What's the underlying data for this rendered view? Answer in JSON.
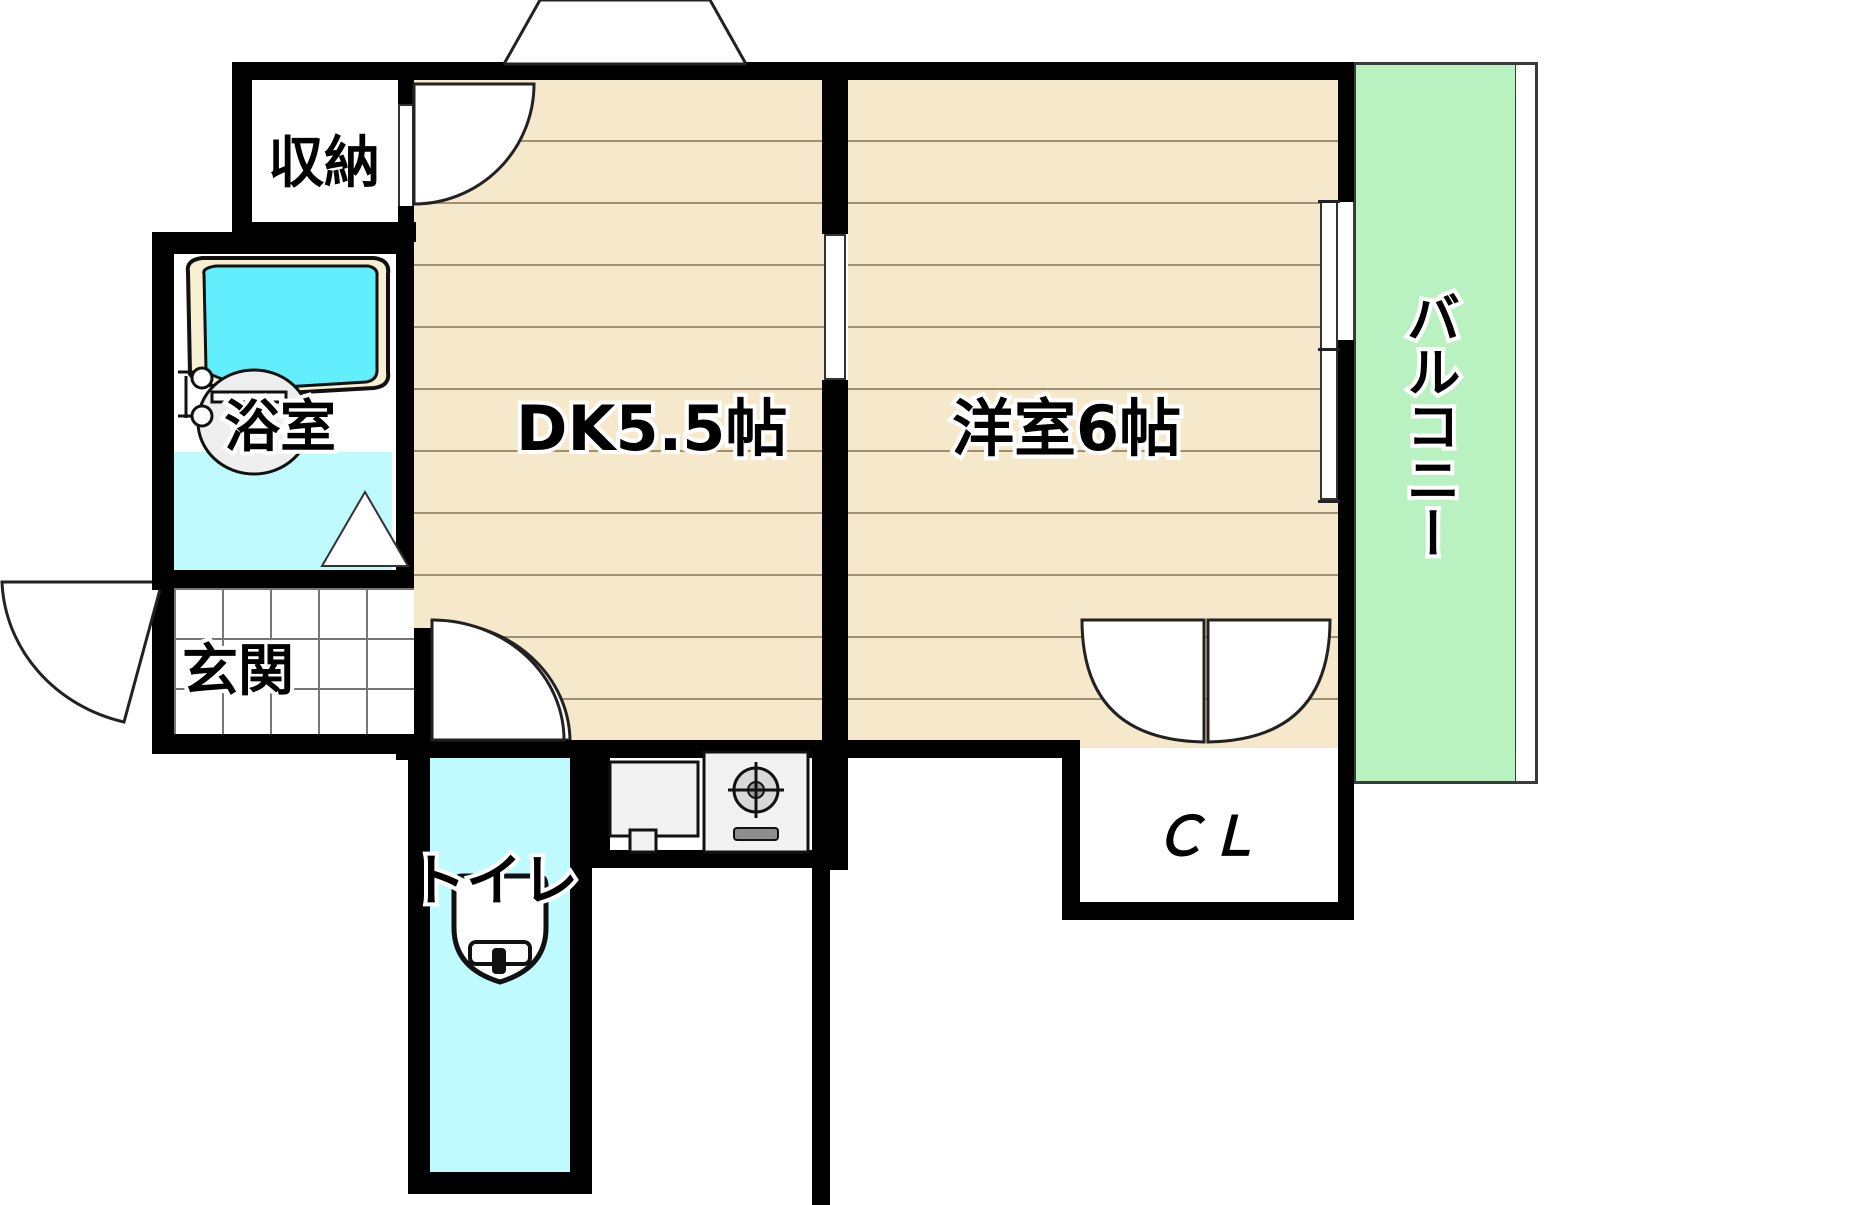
{
  "plan": {
    "type": "apartment-floor-plan",
    "layout_code": "1DK",
    "rooms": [
      {
        "key": "dk",
        "label": "DK5.5帖",
        "floor": "tatami-wood",
        "area_jo": 5.5
      },
      {
        "key": "washitsu",
        "label": "洋室6帖",
        "floor": "tatami-wood",
        "area_jo": 6
      },
      {
        "key": "closet",
        "label": "収納",
        "floor": "white"
      },
      {
        "key": "bath",
        "label": "浴室",
        "floor": "wet"
      },
      {
        "key": "genkan",
        "label": "玄関",
        "floor": "tile"
      },
      {
        "key": "toilet",
        "label": "トイレ",
        "floor": "wet"
      },
      {
        "key": "cl",
        "label": "ＣＬ",
        "floor": "white"
      },
      {
        "key": "balcony",
        "label": "バルコニー",
        "floor": "balcony",
        "orientation": "vertical"
      }
    ]
  },
  "colors": {
    "wall": "#000000",
    "room_floor": "#f6e8ca",
    "wet_area": "#bffaff",
    "balcony": "#b9f2c0",
    "bathtub_water": "#62eefc",
    "bathtub_rim": "#f6efd2",
    "white": "#ffffff",
    "line": "#222222"
  },
  "fixtures": [
    {
      "key": "bathtub",
      "name": "bathtub"
    },
    {
      "key": "washbasin",
      "name": "wash-basin"
    },
    {
      "key": "faucet",
      "name": "faucet"
    },
    {
      "key": "toilet-bowl",
      "name": "toilet-bowl"
    },
    {
      "key": "sink",
      "name": "kitchen-sink"
    },
    {
      "key": "stove",
      "name": "gas-stove"
    },
    {
      "key": "window",
      "name": "window"
    },
    {
      "key": "door-swing",
      "name": "door-swing-arc"
    }
  ],
  "labels": {
    "dk": "DK5.5帖",
    "washitsu": "洋室6帖",
    "closet": "収納",
    "bath": "浴室",
    "genkan": "玄関",
    "toilet": "トイレ",
    "cl": "ＣＬ",
    "balcony": "バルコニー"
  }
}
